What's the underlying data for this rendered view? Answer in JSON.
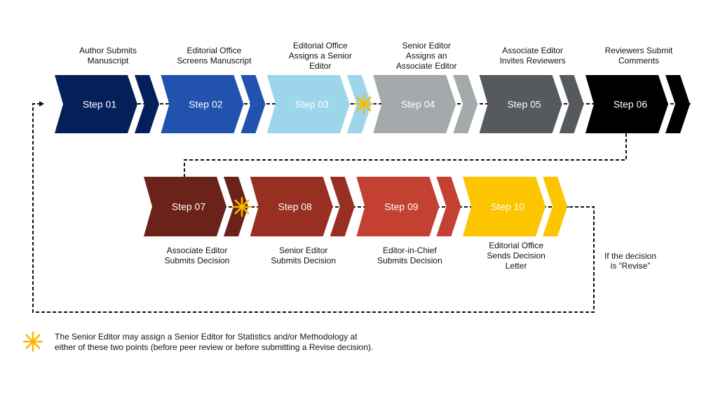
{
  "steps": [
    {
      "label": "Step 01",
      "caption": [
        "Author Submits",
        "Manuscript"
      ],
      "color": "#03205b"
    },
    {
      "label": "Step 02",
      "caption": [
        "Editorial Office",
        "Screens Manuscript"
      ],
      "color": "#2152ae"
    },
    {
      "label": "Step 03",
      "caption": [
        "Editorial Office",
        "Assigns a Senior",
        "Editor"
      ],
      "color": "#9dd6ea"
    },
    {
      "label": "Step 04",
      "caption": [
        "Senior Editor",
        "Assigns an",
        "Associate Editor"
      ],
      "color": "#a4a9ac"
    },
    {
      "label": "Step 05",
      "caption": [
        "Associate Editor",
        "Invites Reviewers"
      ],
      "color": "#56595d"
    },
    {
      "label": "Step 06",
      "caption": [
        "Reviewers Submit",
        "Comments"
      ],
      "color": "#000000"
    },
    {
      "label": "Step 07",
      "caption": [
        "Associate Editor",
        "Submits Decision"
      ],
      "color": "#6b2219"
    },
    {
      "label": "Step 08",
      "caption": [
        "Senior Editor",
        "Submits Decision"
      ],
      "color": "#982f23"
    },
    {
      "label": "Step 09",
      "caption": [
        "Editor-in-Chief",
        "Submits Decision"
      ],
      "color": "#c44131"
    },
    {
      "label": "Step 10",
      "caption": [
        "Editorial Office",
        "Sends Decision",
        "Letter"
      ],
      "color": "#fdc400"
    }
  ],
  "loop_note": [
    "If the decision",
    "is “Revise”"
  ],
  "legend": {
    "icon": "asterisk-star-icon",
    "color": "#f7b800",
    "lines": [
      "The Senior Editor may assign a Senior Editor for Statistics and/or Methodology at",
      "either of these two points (before peer review or before submitting a Revise decision)."
    ]
  }
}
